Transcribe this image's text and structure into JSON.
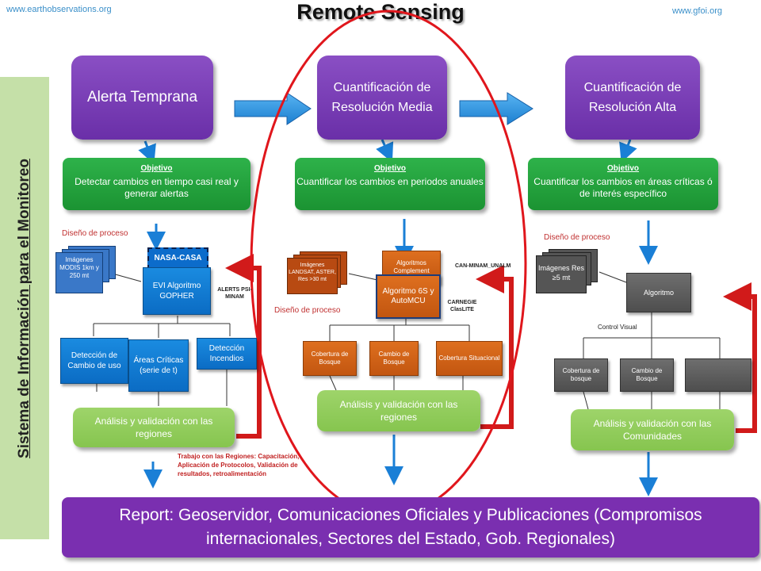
{
  "header": {
    "url_left": "www.earthobservations.org",
    "title": "Remote Sensing",
    "url_right": "www.gfoi.org"
  },
  "sidebar": {
    "text": "Sistema de Información para el Monitoreo"
  },
  "columns": {
    "left": {
      "header": "Alerta Temprana",
      "objective_label": "Objetivo",
      "objective_text": "Detectar cambios en tiempo casi real y generar alertas",
      "process_label": "Diseño de proceso",
      "images": "Imágenes MODIS 1km y 250 mt",
      "nasa": "NASA-CASA",
      "algorithm": "EVI Algoritmo GOPHER",
      "alerts": "ALERTS PSI-MINAM",
      "outputs": [
        "Detección de Cambio de uso",
        "Áreas Críticas (serie de t)",
        "Detección Incendios"
      ],
      "analysis": "Análisis y validación con las regiones",
      "note": "Trabajo con las Regiones: Capacitación, Aplicación de Protocolos, Validación de resultados, retroalimentación"
    },
    "middle": {
      "header": "Cuantificación de Resolución Media",
      "objective_label": "Objetivo",
      "objective_text": "Cuantificar los cambios en periodos anuales",
      "images": "Imágenes LANDSAT, ASTER, Res >30 mt",
      "algo1": "Algoritmos Complement",
      "algo2": "Algoritmo 6S y AutoMCU",
      "can_label": "CAN-MINAM_UNALM",
      "carnegie": "CARNEGIE ClasLITE",
      "process_label": "Diseño de proceso",
      "outputs": [
        "Cobertura de Bosque",
        "Cambio de Bosque",
        "Cobertura Situacional"
      ],
      "analysis": "Análisis y validación con las regiones"
    },
    "right": {
      "header": "Cuantificación de Resolución Alta",
      "objective_label": "Objetivo",
      "objective_text": "Cuantificar los cambios en áreas críticas ó de interés específico",
      "process_label": "Diseño de proceso",
      "images": "Imágenes Res ≥5 mt",
      "algorithm": "Algoritmo",
      "control": "Control Visual",
      "outputs": [
        "Cobertura de bosque",
        "Cambio de Bosque",
        ""
      ],
      "analysis": "Análisis y validación con las Comunidades"
    }
  },
  "report": "Report: Geoservidor, Comunicaciones Oficiales y Publicaciones (Compromisos internacionales, Sectores del Estado, Gob. Regionales)",
  "colors": {
    "purple": "#7a2fb0",
    "green": "#1b9332",
    "light_green": "#8cc955",
    "blue": "#0b6cc4",
    "orange": "#c25610",
    "red": "#d11a1a",
    "arrow": "#1a7fd6"
  }
}
